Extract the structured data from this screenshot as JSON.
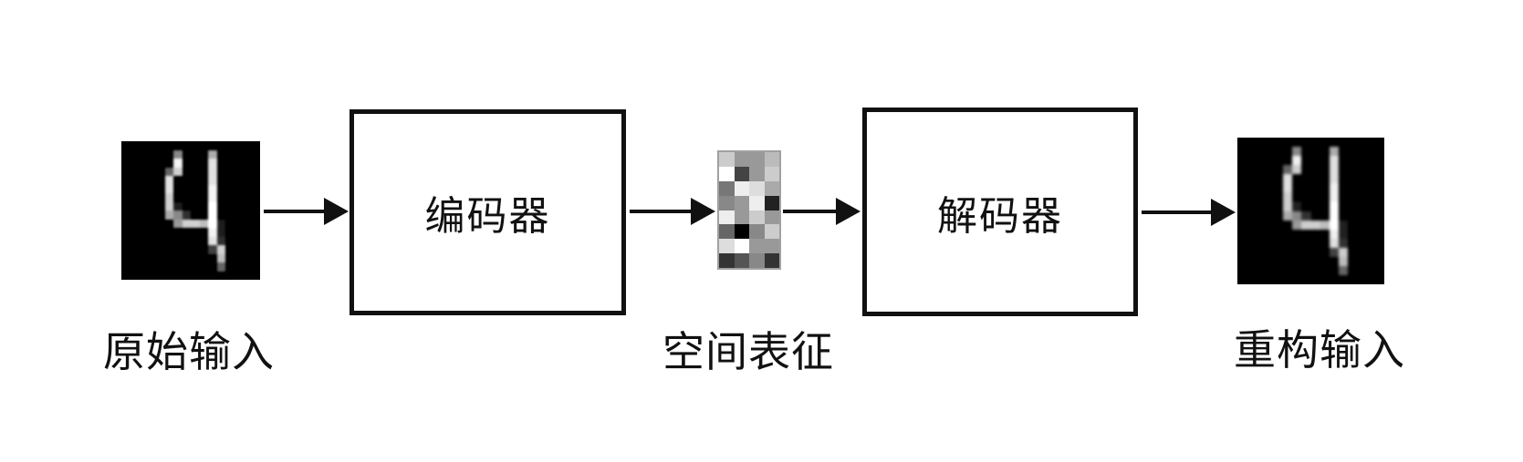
{
  "diagram": {
    "type": "autoencoder-flow",
    "nodes": {
      "input_image": {
        "label": "原始输入",
        "alt": "handwritten-digit-4",
        "background": "#000000"
      },
      "encoder": {
        "label": "编码器"
      },
      "latent": {
        "label": "空间表征",
        "cols": 4,
        "rows": 8,
        "pixels": [
          "c99b",
          "f49c",
          "7eda",
          "89e2",
          "e9c9",
          "608c",
          "df99",
          "3583"
        ]
      },
      "decoder": {
        "label": "解码器"
      },
      "output_image": {
        "label": "重构输入",
        "alt": "reconstructed-handwritten-digit-4",
        "background": "#000000"
      }
    },
    "digit_bitmap": [
      "0000000000000000",
      "0000008000a00000",
      "000000e000d00000",
      "000006c000d00000",
      "00000d0000d00000",
      "00000d0000e00000",
      "00000c0000e00000",
      "00000c2000f00000",
      "00000a8300f00000",
      "0000009ccbf20000",
      "0000000000e20000",
      "0000000000d30000",
      "00000000004c0000",
      "00000000000b0000",
      "0000000000060000",
      "0000000000000000"
    ],
    "colors": {
      "background": "#ffffff",
      "stroke": "#111111",
      "latent_border": "#a0a0a0"
    }
  }
}
